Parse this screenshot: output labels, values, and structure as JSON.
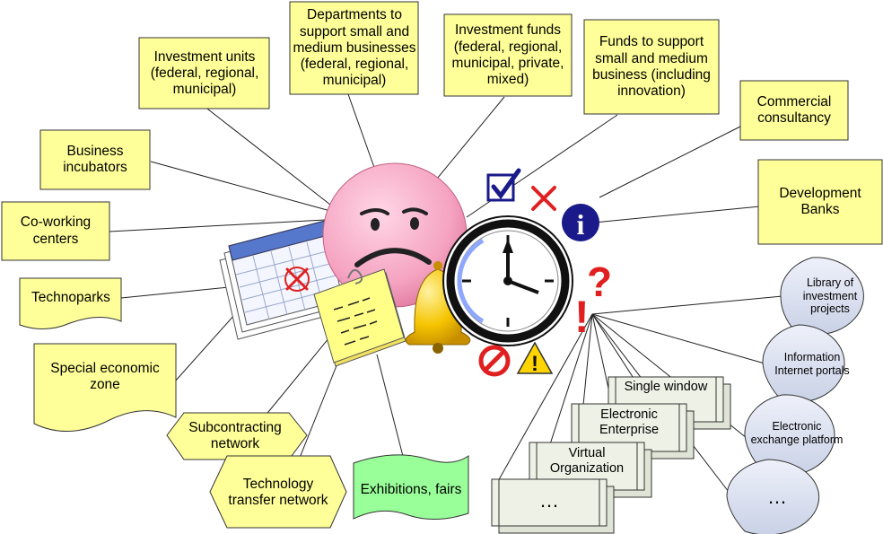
{
  "top_boxes": {
    "investment_units": "Investment units (federal, regional, municipal)",
    "departments": "Departments to support small and medium businesses (federal, regional, municipal)",
    "investment_funds": "Investment funds (federal, regional, municipal, private, mixed)",
    "funds_support": "Funds to support small and medium business (including innovation)",
    "commercial": "Commercial consultancy",
    "development_banks": "Development Banks"
  },
  "left_items": {
    "business_incubators": "Business incubators",
    "coworking": "Co-working centers",
    "technoparks": "Technoparks",
    "special_zone": "Special economic zone",
    "subcontracting": "Subcontracting network",
    "tech_transfer": "Technology transfer network",
    "exhibitions": "Exhibitions, fairs"
  },
  "online_items": {
    "single_window": "Single window",
    "electronic_enterprise": "Electronic Enterprise",
    "virtual_org": "Virtual Organization",
    "more_boxes": "…",
    "library": "Library of investment projects",
    "portals": "Information Internet portals",
    "exchange": "Electronic exchange platform",
    "more_bubbles": "…"
  },
  "icons": {
    "question": "?",
    "exclaim": "!",
    "info": "i",
    "warning": "!"
  },
  "colors": {
    "note_fill": "#ffff99",
    "exhibitions_fill": "#99ff99",
    "bubble_fill": "#dde3f0",
    "page_fill": "#eef1e6",
    "face_fill": "#f5a3c0",
    "bell_fill": "#f5c400",
    "info_fill": "#1a1a8a",
    "alert_red": "#e02020"
  }
}
